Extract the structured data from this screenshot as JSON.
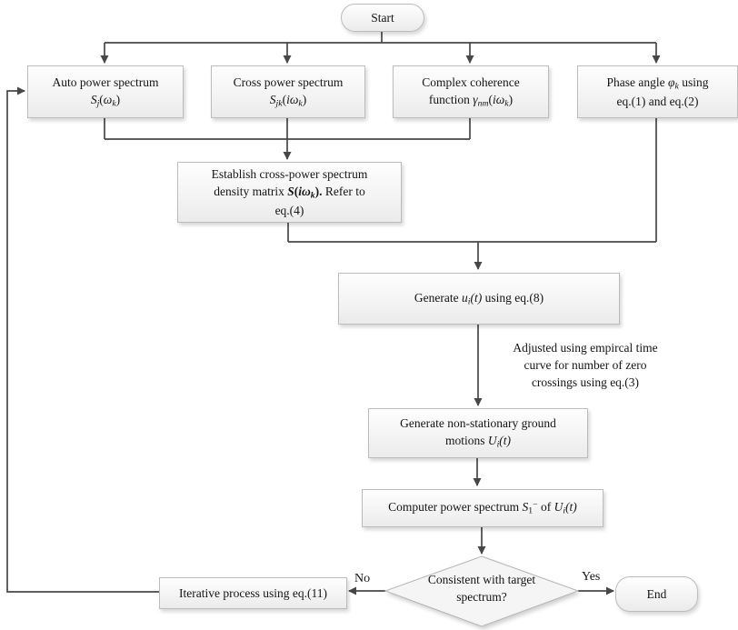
{
  "palette": {
    "line_color": "#474747",
    "box_border": "#bcbcbc",
    "box_fill": "#f3f3f3",
    "text_color": "#141414",
    "background": "#ffffff"
  },
  "terminators": {
    "start": "Start",
    "end": "End"
  },
  "edge_labels": {
    "no": "No",
    "yes": "Yes"
  },
  "nodes": {
    "auto_power": {
      "lines": [
        [
          {
            "t": "Auto power spectrum"
          }
        ],
        [
          {
            "t": "S",
            "s": "i"
          },
          {
            "t": "j",
            "s": "i sub"
          },
          {
            "t": "("
          },
          {
            "t": "ω",
            "s": "i"
          },
          {
            "t": "k",
            "s": "i sub"
          },
          {
            "t": ")"
          }
        ]
      ]
    },
    "cross_power": {
      "lines": [
        [
          {
            "t": "Cross power spectrum"
          }
        ],
        [
          {
            "t": "S",
            "s": "i"
          },
          {
            "t": "jk",
            "s": "i sub"
          },
          {
            "t": "("
          },
          {
            "t": "iω",
            "s": "i"
          },
          {
            "t": "k",
            "s": "i sub"
          },
          {
            "t": ")"
          }
        ]
      ]
    },
    "complex_coherence": {
      "lines": [
        [
          {
            "t": "Complex coherence"
          }
        ],
        [
          {
            "t": "function "
          },
          {
            "t": "γ",
            "s": "i"
          },
          {
            "t": "nm",
            "s": "i sub"
          },
          {
            "t": "("
          },
          {
            "t": "iω",
            "s": "i"
          },
          {
            "t": "k",
            "s": "i sub"
          },
          {
            "t": ")"
          }
        ]
      ]
    },
    "phase_angle": {
      "lines": [
        [
          {
            "t": "Phase angle "
          },
          {
            "t": "φ",
            "s": "i"
          },
          {
            "t": "k",
            "s": "i sub"
          },
          {
            "t": " using"
          }
        ],
        [
          {
            "t": "eq.(1) and eq.(2)"
          }
        ]
      ]
    },
    "establish_matrix": {
      "lines": [
        [
          {
            "t": "Establish cross-power spectrum"
          }
        ],
        [
          {
            "t": "density matrix "
          },
          {
            "t": "S",
            "s": "b i"
          },
          {
            "t": "(",
            "s": "b"
          },
          {
            "t": "iω",
            "s": "b i"
          },
          {
            "t": "k",
            "s": "b i sub"
          },
          {
            "t": ").",
            "s": "b"
          },
          {
            "t": " Refer to"
          }
        ],
        [
          {
            "t": "eq.(4)"
          }
        ]
      ]
    },
    "generate_ui": {
      "lines": [
        [
          {
            "t": "Generate "
          },
          {
            "t": "u",
            "s": "i"
          },
          {
            "t": "i",
            "s": "i sub"
          },
          {
            "t": "(t)",
            "s": "i"
          },
          {
            "t": " using eq.(8)"
          }
        ]
      ]
    },
    "nonstationary": {
      "lines": [
        [
          {
            "t": "Generate non-stationary ground"
          }
        ],
        [
          {
            "t": "motions "
          },
          {
            "t": "U",
            "s": "i"
          },
          {
            "t": "i",
            "s": "i sub"
          },
          {
            "t": "(t)",
            "s": "i"
          }
        ]
      ]
    },
    "compute_power": {
      "lines": [
        [
          {
            "t": "Computer power spectrum "
          },
          {
            "t": "S",
            "s": "i"
          },
          {
            "t": "1",
            "s": "sub"
          },
          {
            "t": "−",
            "s": "sup"
          },
          {
            "t": " of "
          },
          {
            "t": "U",
            "s": "i"
          },
          {
            "t": "i",
            "s": "i sub"
          },
          {
            "t": "(t)",
            "s": "i"
          }
        ]
      ]
    },
    "decision": {
      "lines": [
        [
          {
            "t": "Consistent with target"
          }
        ],
        [
          {
            "t": "spectrum?"
          }
        ]
      ]
    },
    "iterative": {
      "lines": [
        [
          {
            "t": "Iterative process using eq.(11)"
          }
        ]
      ]
    },
    "annotation": {
      "lines": [
        [
          {
            "t": "Adjusted using empircal time"
          }
        ],
        [
          {
            "t": "curve for number of zero"
          }
        ],
        [
          {
            "t": "crossings using eq.(3)"
          }
        ]
      ]
    }
  }
}
